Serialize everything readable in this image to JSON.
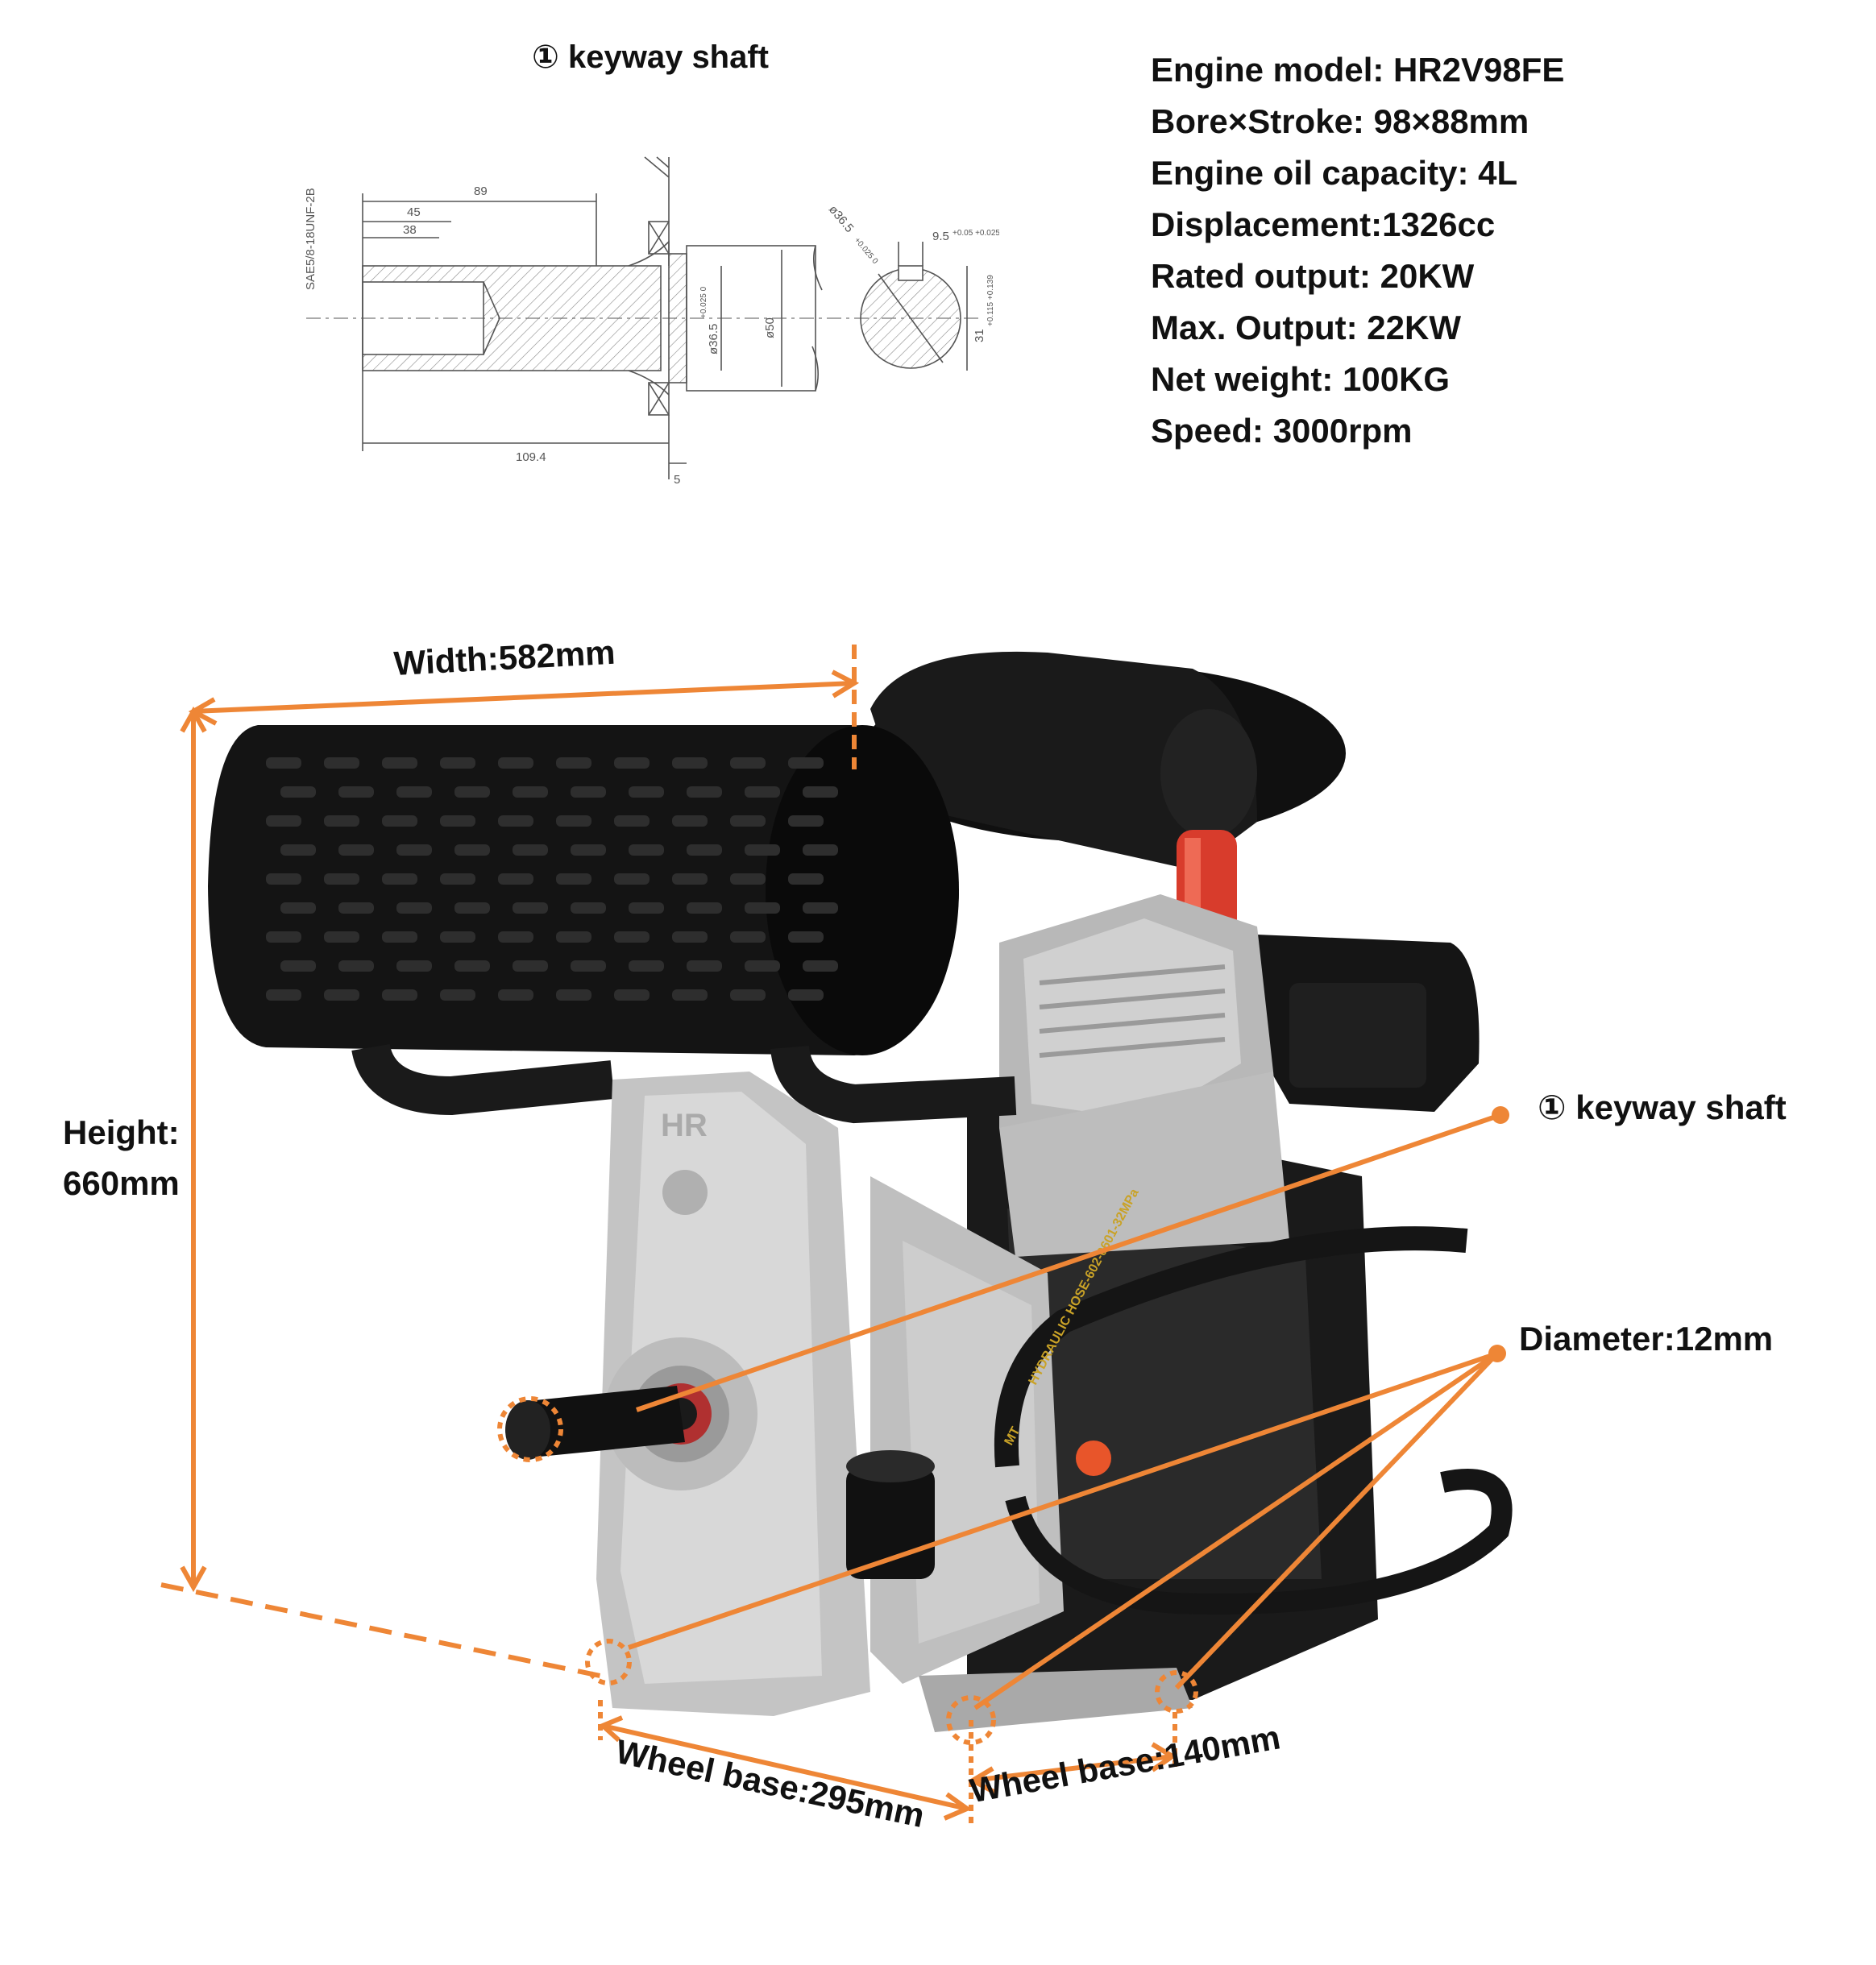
{
  "drawing": {
    "title": "① keyway shaft",
    "dims": {
      "thread": "SAE5/8-18UNF-2B",
      "d89": "89",
      "d45": "45",
      "d38": "38",
      "d109": "109.4",
      "d5": "5",
      "dia50": "ø50",
      "dia36": "ø36.5",
      "dia36tol": "+0.025 0",
      "dia36b": "ø36.5",
      "dia36btol": "+0.025 0",
      "key": "9.5",
      "keytol": "+0.05 +0.025",
      "depth": "31",
      "depthtol": "+0.115 +0.139"
    }
  },
  "specs": [
    "Engine model: HR2V98FE",
    "Bore×Stroke: 98×88mm",
    "Engine oil capacity: 4L",
    "Displacement:1326cc",
    "Rated output: 20KW",
    "Max. Output: 22KW",
    "Net weight: 100KG",
    "Speed: 3000rpm"
  ],
  "callouts": {
    "width": "Width:582mm",
    "height_1": "Height:",
    "height_2": "660mm",
    "keyway": "① keyway shaft",
    "diameter": "Diameter:12mm",
    "wheelbase_long": "Wheel base:295mm",
    "wheelbase_short": "Wheel base:140mm"
  },
  "engine_text": {
    "logo": "HR",
    "hose": "HYDRAULIC HOSE-602-0601-32MPa",
    "hose_brand": "MT"
  },
  "colors": {
    "accent": "#ee8636",
    "engine_black": "#141414",
    "engine_silver": "#c9c9c9",
    "hose_red": "#d83c2c"
  }
}
